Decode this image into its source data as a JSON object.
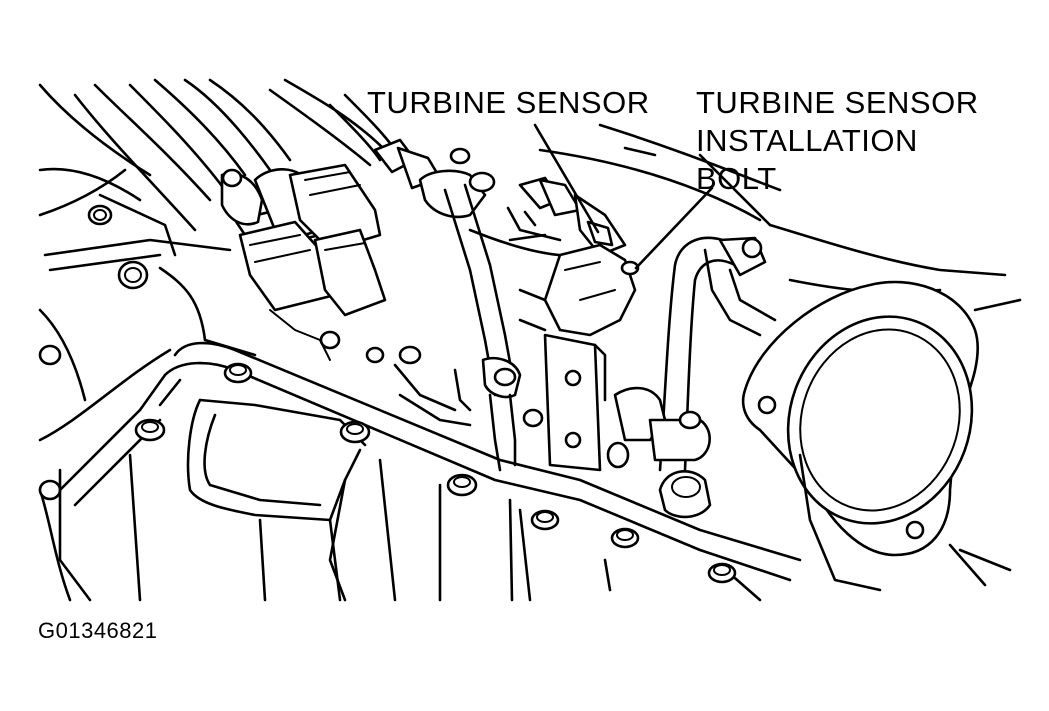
{
  "labels": {
    "turbine_sensor": "TURBINE SENSOR",
    "install_bolt_line1": "TURBINE SENSOR",
    "install_bolt_line2": "INSTALLATION",
    "install_bolt_line3": "BOLT"
  },
  "figure_id": "G01346821"
}
